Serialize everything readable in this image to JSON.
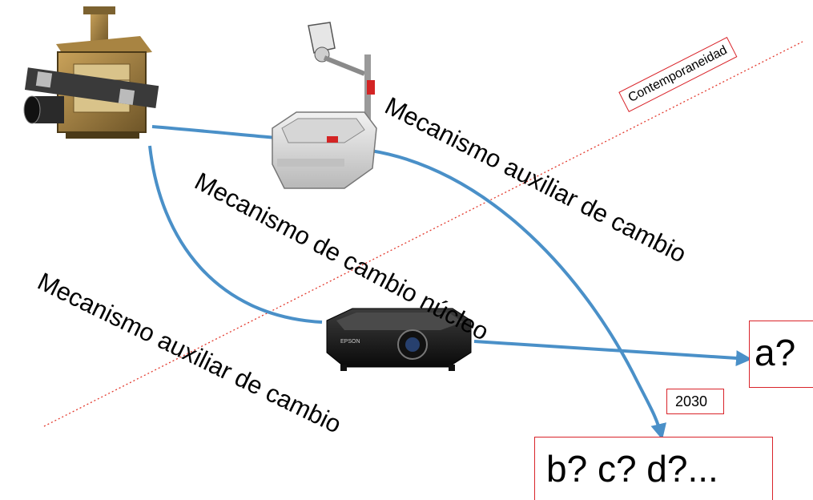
{
  "labels": {
    "auxiliary_top": "Mecanismo auxiliar de cambio",
    "core": "Mecanismo de cambio núcleo",
    "auxiliary_bottom": "Mecanismo auxiliar de cambio",
    "contemporaneity": "Contemporaneidad"
  },
  "boxes": {
    "year": "2030",
    "outcome_a": "a?",
    "outcome_bcd": "b? c? d?..."
  },
  "images": {
    "magic_lantern": "magic-lantern-projector",
    "overhead": "overhead-projector",
    "digital": "digital-projector",
    "digital_brand": "EPSON"
  },
  "colors": {
    "arrow": "#4a90c8",
    "border": "#d9242a",
    "dotted_line": "#e33b2f"
  }
}
